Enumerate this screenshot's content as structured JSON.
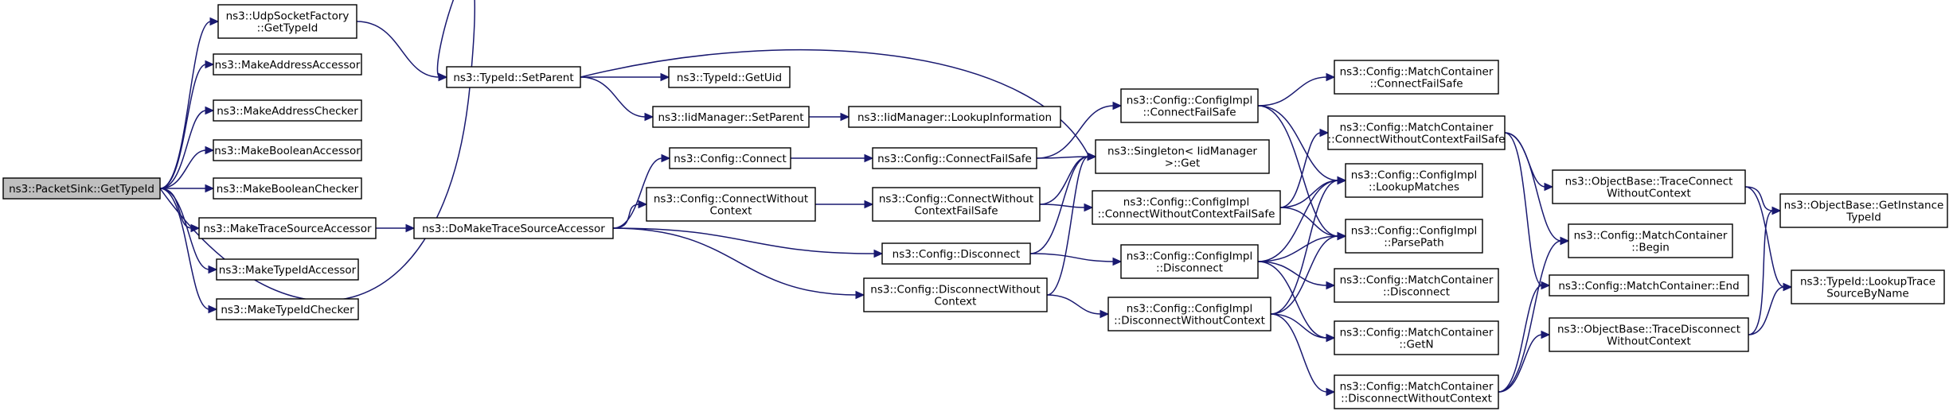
{
  "graph": {
    "colors": {
      "edge": "#191970",
      "node_fill": "#ffffff",
      "root_fill": "#bfbfbf",
      "border": "#000000"
    },
    "nodes": [
      {
        "id": "root",
        "lines": [
          "ns3::PacketSink::GetTypeId"
        ],
        "root": true
      },
      {
        "id": "udp",
        "lines": [
          "ns3::UdpSocketFactory",
          "::GetTypeId"
        ]
      },
      {
        "id": "mkaddracc",
        "lines": [
          "ns3::MakeAddressAccessor"
        ]
      },
      {
        "id": "mkaddrchk",
        "lines": [
          "ns3::MakeAddressChecker"
        ]
      },
      {
        "id": "mkboolacc",
        "lines": [
          "ns3::MakeBooleanAccessor"
        ]
      },
      {
        "id": "mkboolchk",
        "lines": [
          "ns3::MakeBooleanChecker"
        ]
      },
      {
        "id": "mktrace",
        "lines": [
          "ns3::MakeTraceSourceAccessor"
        ]
      },
      {
        "id": "mktidacc",
        "lines": [
          "ns3::MakeTypeIdAccessor"
        ]
      },
      {
        "id": "mktidchk",
        "lines": [
          "ns3::MakeTypeIdChecker"
        ]
      },
      {
        "id": "setparent",
        "lines": [
          "ns3::TypeId::SetParent"
        ]
      },
      {
        "id": "domake",
        "lines": [
          "ns3::DoMakeTraceSourceAccessor"
        ]
      },
      {
        "id": "getuid",
        "lines": [
          "ns3::TypeId::GetUid"
        ]
      },
      {
        "id": "iidset",
        "lines": [
          "ns3::IidManager::SetParent"
        ]
      },
      {
        "id": "lookupinfo",
        "lines": [
          "ns3::IidManager::LookupInformation"
        ]
      },
      {
        "id": "cconnect",
        "lines": [
          "ns3::Config::Connect"
        ]
      },
      {
        "id": "cconnwo",
        "lines": [
          "ns3::Config::ConnectWithout",
          "Context"
        ]
      },
      {
        "id": "cdisc",
        "lines": [
          "ns3::Config::Disconnect"
        ]
      },
      {
        "id": "cdiscwo",
        "lines": [
          "ns3::Config::DisconnectWithout",
          "Context"
        ]
      },
      {
        "id": "cconnfs",
        "lines": [
          "ns3::Config::ConnectFailSafe"
        ]
      },
      {
        "id": "cconnwofs",
        "lines": [
          "ns3::Config::ConnectWithout",
          "ContextFailSafe"
        ]
      },
      {
        "id": "impl_connfs",
        "lines": [
          "ns3::Config::ConfigImpl",
          "::ConnectFailSafe"
        ]
      },
      {
        "id": "singleton",
        "lines": [
          "ns3::Singleton< IidManager",
          " >::Get"
        ]
      },
      {
        "id": "impl_connwofs",
        "lines": [
          "ns3::Config::ConfigImpl",
          "::ConnectWithoutContextFailSafe"
        ]
      },
      {
        "id": "impl_disc",
        "lines": [
          "ns3::Config::ConfigImpl",
          "::Disconnect"
        ]
      },
      {
        "id": "impl_discwo",
        "lines": [
          "ns3::Config::ConfigImpl",
          "::DisconnectWithoutContext"
        ]
      },
      {
        "id": "mc_connfs",
        "lines": [
          "ns3::Config::MatchContainer",
          "::ConnectFailSafe"
        ]
      },
      {
        "id": "mc_connwofs",
        "lines": [
          "ns3::Config::MatchContainer",
          "::ConnectWithoutContextFailSafe"
        ]
      },
      {
        "id": "impl_lookup",
        "lines": [
          "ns3::Config::ConfigImpl",
          "::LookupMatches"
        ]
      },
      {
        "id": "impl_parse",
        "lines": [
          "ns3::Config::ConfigImpl",
          "::ParsePath"
        ]
      },
      {
        "id": "mc_disc",
        "lines": [
          "ns3::Config::MatchContainer",
          "::Disconnect"
        ]
      },
      {
        "id": "mc_getn",
        "lines": [
          "ns3::Config::MatchContainer",
          "::GetN"
        ]
      },
      {
        "id": "mc_discwo",
        "lines": [
          "ns3::Config::MatchContainer",
          "::DisconnectWithoutContext"
        ]
      },
      {
        "id": "ob_tcwo",
        "lines": [
          "ns3::ObjectBase::TraceConnect",
          "WithoutContext"
        ]
      },
      {
        "id": "mc_begin",
        "lines": [
          "ns3::Config::MatchContainer",
          "::Begin"
        ]
      },
      {
        "id": "mc_end",
        "lines": [
          "ns3::Config::MatchContainer::End"
        ]
      },
      {
        "id": "ob_tdwo",
        "lines": [
          "ns3::ObjectBase::TraceDisconnect",
          "WithoutContext"
        ]
      },
      {
        "id": "ob_getinst",
        "lines": [
          "ns3::ObjectBase::GetInstance",
          "TypeId"
        ]
      },
      {
        "id": "tid_lookup",
        "lines": [
          "ns3::TypeId::LookupTrace",
          "SourceByName"
        ]
      }
    ],
    "edges": [
      [
        "root",
        "udp"
      ],
      [
        "root",
        "mkaddracc"
      ],
      [
        "root",
        "mkaddrchk"
      ],
      [
        "root",
        "mkboolacc"
      ],
      [
        "root",
        "mkboolchk"
      ],
      [
        "root",
        "mktrace"
      ],
      [
        "root",
        "mktidacc"
      ],
      [
        "root",
        "mktidchk"
      ],
      [
        "root",
        "setparent"
      ],
      [
        "udp",
        "setparent"
      ],
      [
        "setparent",
        "getuid"
      ],
      [
        "setparent",
        "iidset"
      ],
      [
        "setparent",
        "singleton"
      ],
      [
        "iidset",
        "lookupinfo"
      ],
      [
        "mktrace",
        "domake"
      ],
      [
        "domake",
        "cconnect"
      ],
      [
        "domake",
        "cconnwo"
      ],
      [
        "domake",
        "cdisc"
      ],
      [
        "domake",
        "cdiscwo"
      ],
      [
        "cconnect",
        "cconnfs"
      ],
      [
        "cconnwo",
        "cconnwofs"
      ],
      [
        "cdisc",
        "impl_disc"
      ],
      [
        "cdisc",
        "singleton"
      ],
      [
        "cdiscwo",
        "impl_discwo"
      ],
      [
        "cdiscwo",
        "singleton"
      ],
      [
        "cconnfs",
        "impl_connfs"
      ],
      [
        "cconnfs",
        "singleton"
      ],
      [
        "cconnwofs",
        "impl_connwofs"
      ],
      [
        "cconnwofs",
        "singleton"
      ],
      [
        "impl_connfs",
        "mc_connfs"
      ],
      [
        "impl_connfs",
        "impl_lookup"
      ],
      [
        "impl_connfs",
        "impl_parse"
      ],
      [
        "impl_connwofs",
        "mc_connwofs"
      ],
      [
        "impl_connwofs",
        "impl_lookup"
      ],
      [
        "impl_connwofs",
        "impl_parse"
      ],
      [
        "impl_disc",
        "mc_disc"
      ],
      [
        "impl_disc",
        "impl_lookup"
      ],
      [
        "impl_disc",
        "impl_parse"
      ],
      [
        "impl_disc",
        "mc_getn"
      ],
      [
        "impl_discwo",
        "mc_discwo"
      ],
      [
        "impl_discwo",
        "impl_lookup"
      ],
      [
        "impl_discwo",
        "impl_parse"
      ],
      [
        "impl_discwo",
        "mc_getn"
      ],
      [
        "mc_connwofs",
        "ob_tcwo"
      ],
      [
        "mc_connwofs",
        "mc_begin"
      ],
      [
        "mc_connwofs",
        "mc_end"
      ],
      [
        "mc_discwo",
        "ob_tdwo"
      ],
      [
        "mc_discwo",
        "mc_begin"
      ],
      [
        "mc_discwo",
        "mc_end"
      ],
      [
        "ob_tcwo",
        "ob_getinst"
      ],
      [
        "ob_tcwo",
        "tid_lookup"
      ],
      [
        "ob_tdwo",
        "ob_getinst"
      ],
      [
        "ob_tdwo",
        "tid_lookup"
      ]
    ]
  }
}
